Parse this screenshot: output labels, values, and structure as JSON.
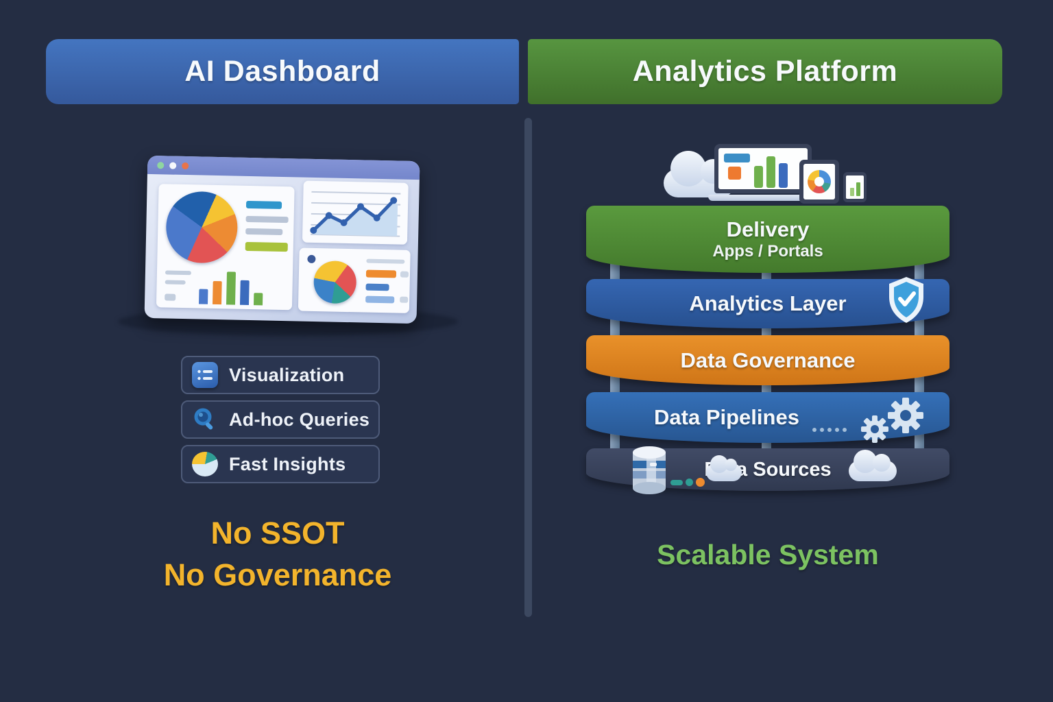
{
  "left": {
    "header": "AI Dashboard",
    "header_color": "#3a66ad",
    "features": [
      {
        "label": "Visualization",
        "icon": "list-chart-icon"
      },
      {
        "label": "Ad-hoc Queries",
        "icon": "search-icon"
      },
      {
        "label": "Fast Insights",
        "icon": "pie-icon"
      }
    ],
    "warning": {
      "line1": "No SSOT",
      "line2": "No Governance",
      "color": "#f3b42c"
    }
  },
  "right": {
    "header": "Analytics Platform",
    "header_color": "#4c8636",
    "layers": [
      {
        "title": "Delivery",
        "subtitle": "Apps / Portals",
        "color": "#509138"
      },
      {
        "title": "Analytics Layer",
        "color": "#2f5da7",
        "icon": "shield-check-icon"
      },
      {
        "title": "Data Governance",
        "color": "#de8622"
      },
      {
        "title": "Data Pipelines",
        "color": "#3067ab",
        "icon": "gears-icon"
      },
      {
        "title": "Data Sources",
        "color": "#3a445e",
        "icons": [
          "database-icon",
          "cloud-icon"
        ]
      }
    ],
    "caption": {
      "text": "Scalable System",
      "color": "#7cc261"
    }
  },
  "background_color": "#242d43"
}
